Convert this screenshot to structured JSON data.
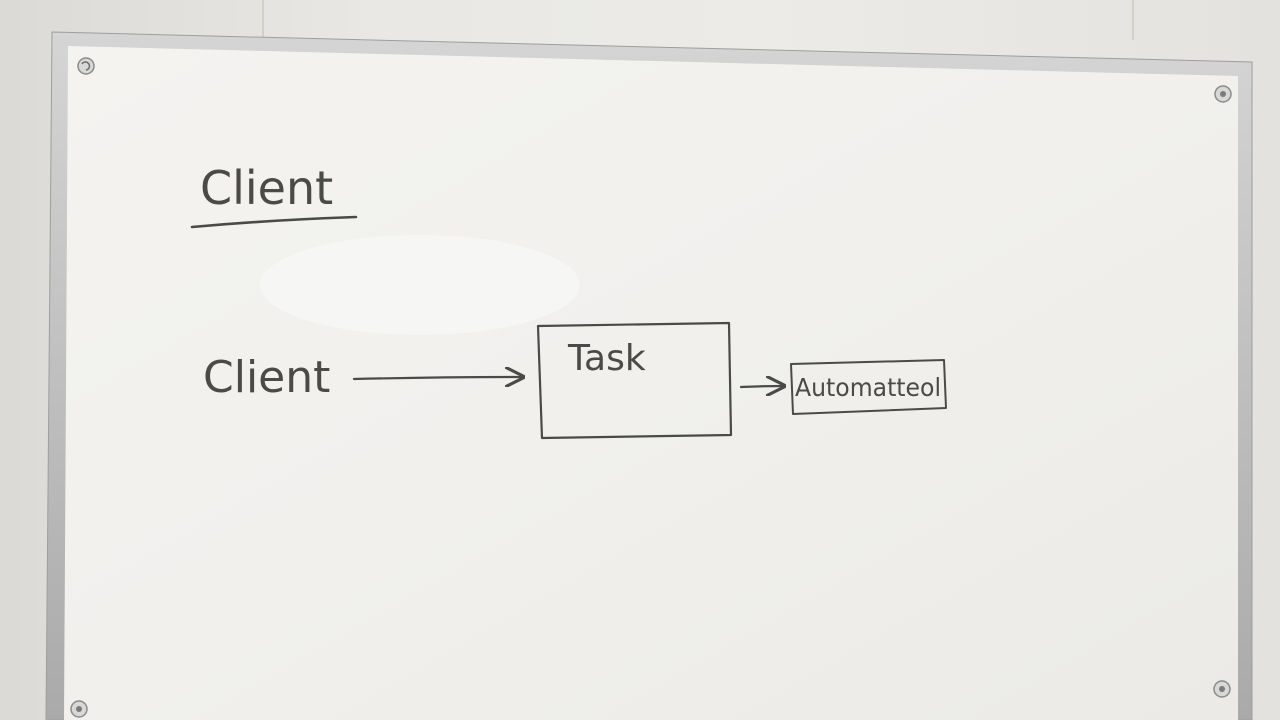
{
  "whiteboard": {
    "heading": "Client",
    "flow": {
      "source_label": "Client",
      "process_label": "Task",
      "result_label": "Automatteol"
    }
  },
  "colors": {
    "ink": "#4a4a48",
    "board_surface": "#f2f1ee",
    "frame": "#b9bab9",
    "wall": "#e7e5e1"
  },
  "icons": {
    "fastener": "screw-icon"
  }
}
